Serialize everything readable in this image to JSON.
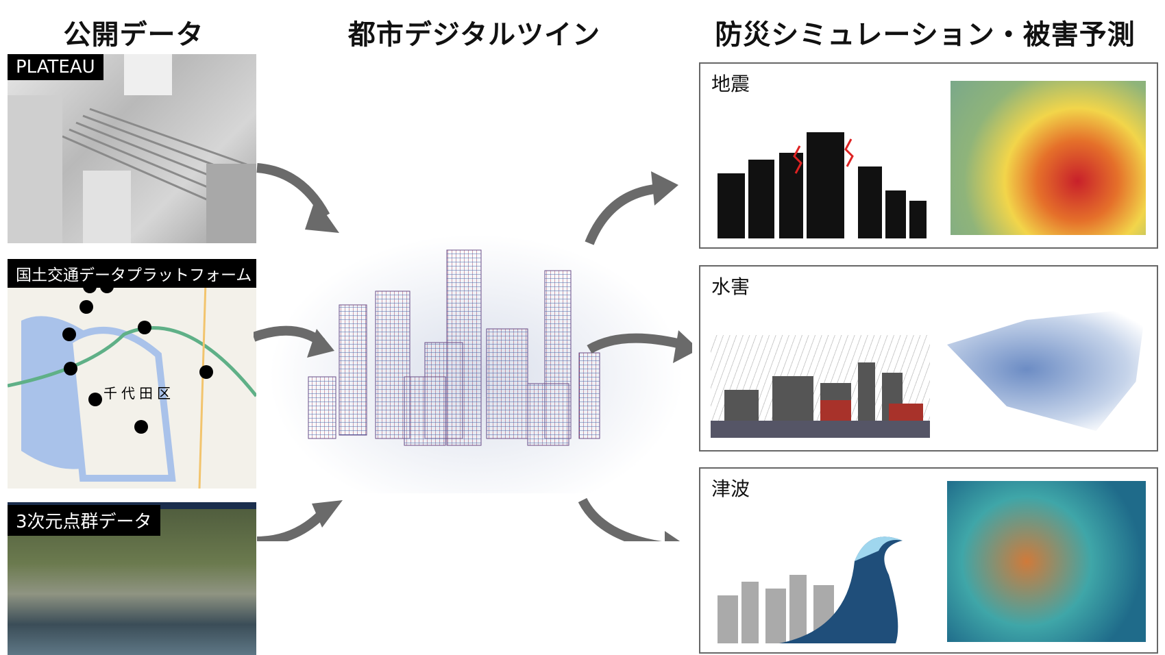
{
  "headings": {
    "open_data": "公開データ",
    "digital_twin": "都市デジタルツイン",
    "simulation": "防災シミュレーション・被害予測"
  },
  "sources": [
    {
      "label": "PLATEAU"
    },
    {
      "label": "国土交通データプラットフォーム",
      "map_district": "千代田区"
    },
    {
      "label": "3次元点群データ"
    }
  ],
  "hazards": [
    {
      "label": "地震"
    },
    {
      "label": "水害"
    },
    {
      "label": "津波"
    }
  ],
  "colors": {
    "heat_red": "#d0301f",
    "heat_yellow": "#f2d54a",
    "flood_blue": "#6c8cc4",
    "wave": "#1f4e7a"
  }
}
